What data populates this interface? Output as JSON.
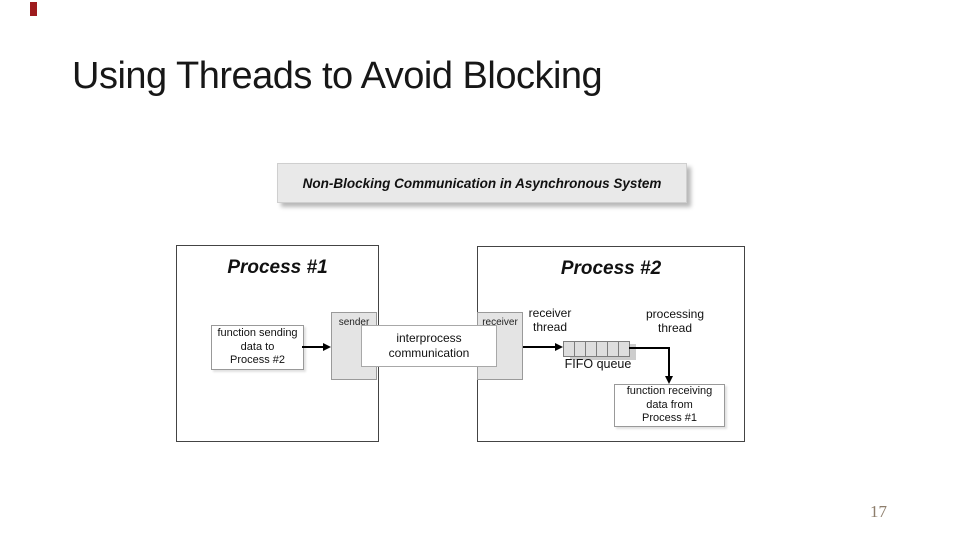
{
  "slide": {
    "title": "Using Threads to Avoid Blocking",
    "page_number": "17"
  },
  "colors": {
    "accent_red": "#9E1B1E",
    "endpoint_gray": "#E4E4E4",
    "header_gray": "#E9E9E9",
    "page_number_color": "#8D7D6B"
  },
  "diagram": {
    "header_title": "Non-Blocking Communication in Asynchronous System",
    "process1": {
      "title": "Process #1",
      "sender_label": "sender",
      "function_box": {
        "line1": "function sending",
        "line2": "data to",
        "line3": "Process #2"
      }
    },
    "ipc_box": {
      "line1": "interprocess",
      "line2": "communication"
    },
    "process2": {
      "title": "Process #2",
      "receiver_label": "receiver",
      "receiver_thread": {
        "line1": "receiver",
        "line2": "thread"
      },
      "processing_thread": {
        "line1": "processing",
        "line2": "thread"
      },
      "fifo_queue_label": "FIFO queue",
      "fifo_cell_count": 6,
      "function_box": {
        "line1": "function receiving",
        "line2": "data from",
        "line3": "Process #1"
      }
    }
  }
}
